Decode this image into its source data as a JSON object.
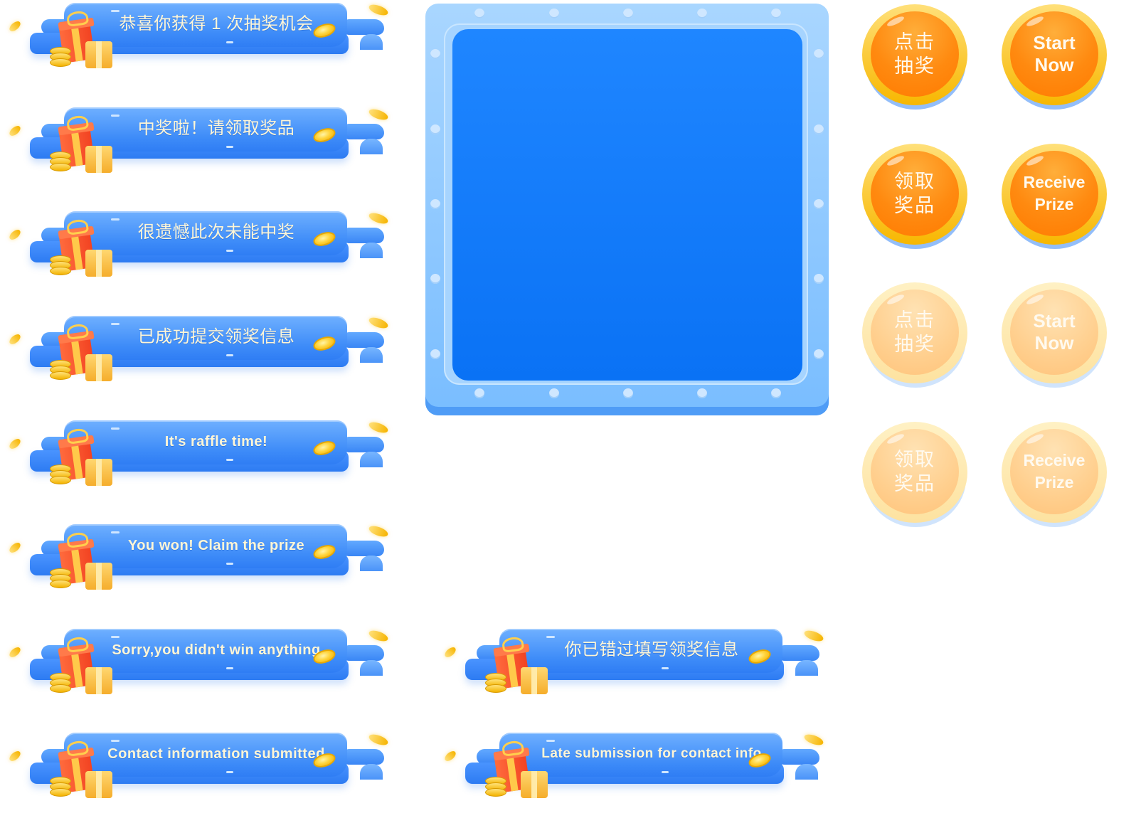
{
  "banners": {
    "b1": "恭喜你获得 1 次抽奖机会",
    "b2": "中奖啦！请领取奖品",
    "b3": "很遗憾此次未能中奖",
    "b4": "已成功提交领奖信息",
    "b5": "It's raffle time!",
    "b6": "You won! Claim the prize",
    "b7": "Sorry,you didn't win anything",
    "b8": "你已错过填写领奖信息",
    "b9": "Contact information submitted",
    "b10": "Late submission for contact info"
  },
  "buttons": {
    "draw_cn": {
      "line1": "点击",
      "line2": "抽奖"
    },
    "draw_en": {
      "line1": "Start",
      "line2": "Now"
    },
    "claim_cn": {
      "line1": "领取",
      "line2": "奖品"
    },
    "claim_en": {
      "line1": "Receive",
      "line2": "Prize"
    }
  },
  "colors": {
    "banner_blue": "#3d8bf8",
    "banner_text": "#fff6d6",
    "button_orange": "#ff8a10",
    "button_gold_rim": "#f7b700",
    "button_disabled": "#ffcf8e",
    "panel_blue": "#0a72f5",
    "panel_frame": "#a9d6ff"
  },
  "icons": [
    "gift-icon",
    "coin-icon",
    "coin-stack-icon"
  ]
}
